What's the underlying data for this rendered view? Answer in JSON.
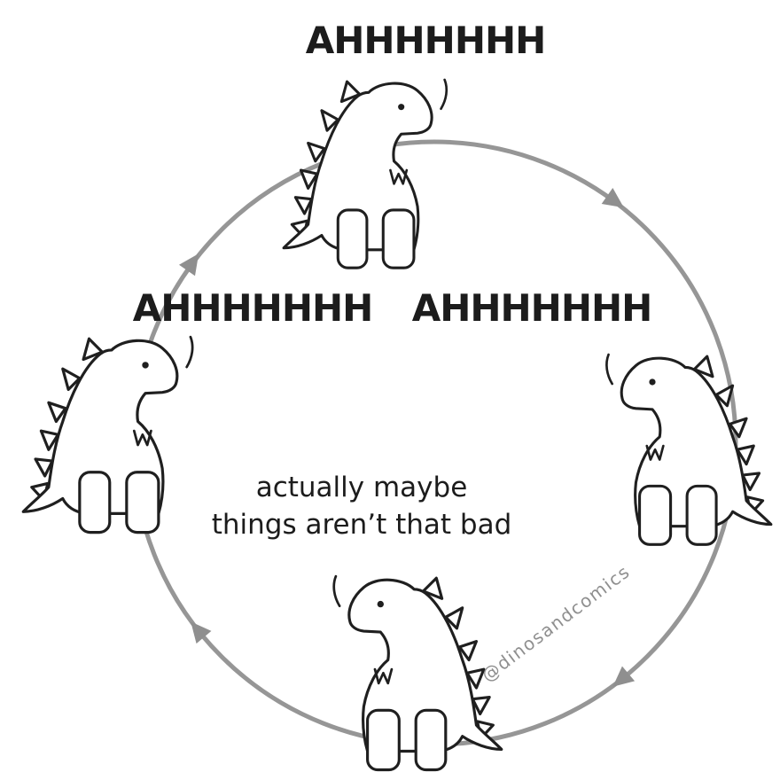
{
  "diagram": {
    "type": "cycle",
    "direction": "clockwise",
    "watermark": "@dinosandcomics"
  },
  "labels": {
    "top_scream": "AHHHHHHH",
    "left_scream": "AHHHHHHH",
    "right_scream": "AHHHHHHH",
    "caption_line1": "actually maybe",
    "caption_line2": "things aren’t that bad"
  },
  "colors": {
    "ink": "#1f1f1f",
    "circle_gray": "#969696",
    "arrow_gray": "#8f8f8f",
    "watermark_gray": "#8f8f8f",
    "background": "#ffffff"
  }
}
